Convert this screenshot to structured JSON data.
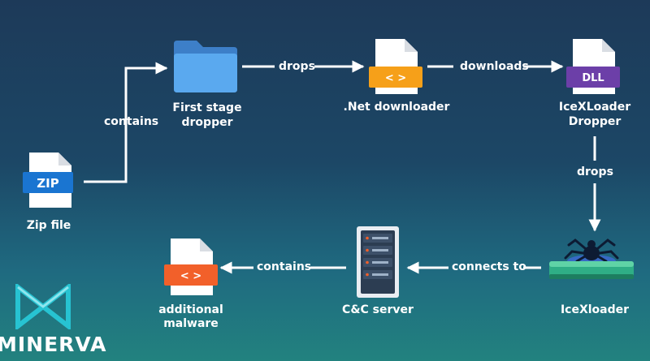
{
  "nodes": {
    "zip": {
      "label": "Zip file",
      "badge": "ZIP"
    },
    "first_stage": {
      "label_line1": "First stage",
      "label_line2": "dropper"
    },
    "net_downloader": {
      "label": ".Net downloader",
      "badge": "< >"
    },
    "icexloader_dropper": {
      "label_line1": "IceXLoader",
      "label_line2": "Dropper",
      "badge": "DLL"
    },
    "icexloader": {
      "label": "IceXloader"
    },
    "cnc_server": {
      "label": "C&C server"
    },
    "additional_malware": {
      "label": "additional malware",
      "badge": "< >"
    }
  },
  "edges": {
    "zip_to_first": "contains",
    "first_to_net": "drops",
    "net_to_dll": "downloads",
    "dll_to_ice": "drops",
    "ice_to_cnc": "connects to",
    "cnc_to_malware": "contains"
  },
  "brand": {
    "name": "MINERVA"
  },
  "colors": {
    "arrow": "#ffffff",
    "zip_badge": "#1a75d1",
    "code_badge_orange": "#f6a019",
    "code_badge_red": "#f2602a",
    "dll_badge": "#6c3fa8",
    "folder": "#5aa9ef",
    "server": "#2c3d52",
    "loader_platform": "#2fae86",
    "logo": "#27c3d2"
  }
}
